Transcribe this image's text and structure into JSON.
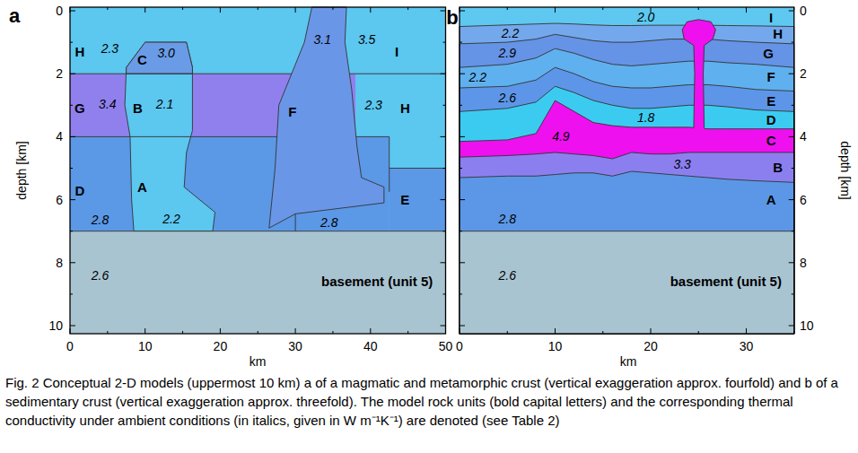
{
  "diagram": {
    "caption": "Fig. 2 Conceptual 2-D models (uppermost 10 km) a of a magmatic and metamorphic crust (vertical exaggeration approx. fourfold) and b of a sedimentary crust (vertical exaggeration approx. threefold). The model rock units (bold capital letters) and the corresponding thermal conductivity under ambient conditions (in italics, given in W m⁻¹K⁻¹) are denoted (see Table 2)",
    "labels": [
      "a",
      "H",
      "2.3",
      "C",
      "3.0",
      "3.1",
      "3.5",
      "I",
      "G",
      "3.4",
      "B",
      "2.1",
      "F",
      "2.3",
      "H",
      "D",
      "A",
      "E",
      "2.8",
      "2.2",
      "2.8",
      "2.6",
      "basement (unit 5)",
      "depth [km]",
      "0",
      "2",
      "4",
      "6",
      "8",
      "10",
      "0",
      "10",
      "20",
      "30",
      "40",
      "50",
      "km",
      "b",
      "2.0",
      "I",
      "2.2",
      "H",
      "2.9",
      "G",
      "2.2",
      "F",
      "2.6",
      "E",
      "1.8",
      "D",
      "4.9",
      "C",
      "3.3",
      "B",
      "2.8",
      "A",
      "2.6",
      "basement (unit 5)",
      "depth [km]",
      "0",
      "2",
      "4",
      "6",
      "8",
      "10",
      "0",
      "10",
      "20",
      "30",
      "km"
    ]
  }
}
